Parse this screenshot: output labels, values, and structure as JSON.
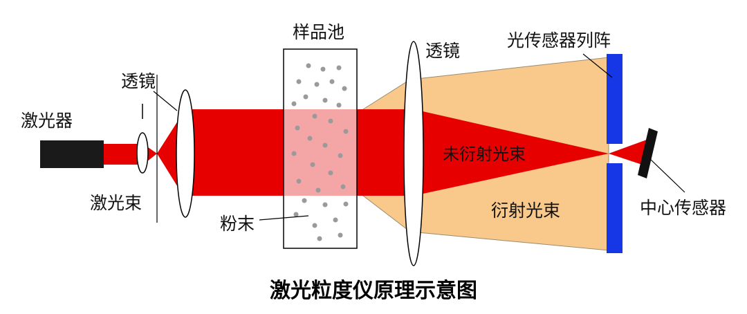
{
  "labels": {
    "laser": "激光器",
    "laser_beam": "激光束",
    "lens_left": "透镜",
    "sample_cell": "样品池",
    "powder": "粉末",
    "lens_right": "透镜",
    "sensor_array": "光传感器列阵",
    "undiffracted_beam": "未衍射光束",
    "diffracted_beam": "衍射光束",
    "center_sensor": "中心传感器"
  },
  "caption": "激光粒度仪原理示意图",
  "colors": {
    "laser_body": "#1a1a1a",
    "beam": "#e60000",
    "diffracted": "#f8c98a",
    "sample_tint": "#f4a6a6",
    "sensor": "#1637e6",
    "particle": "#9a9a9a",
    "stroke": "#000000"
  }
}
